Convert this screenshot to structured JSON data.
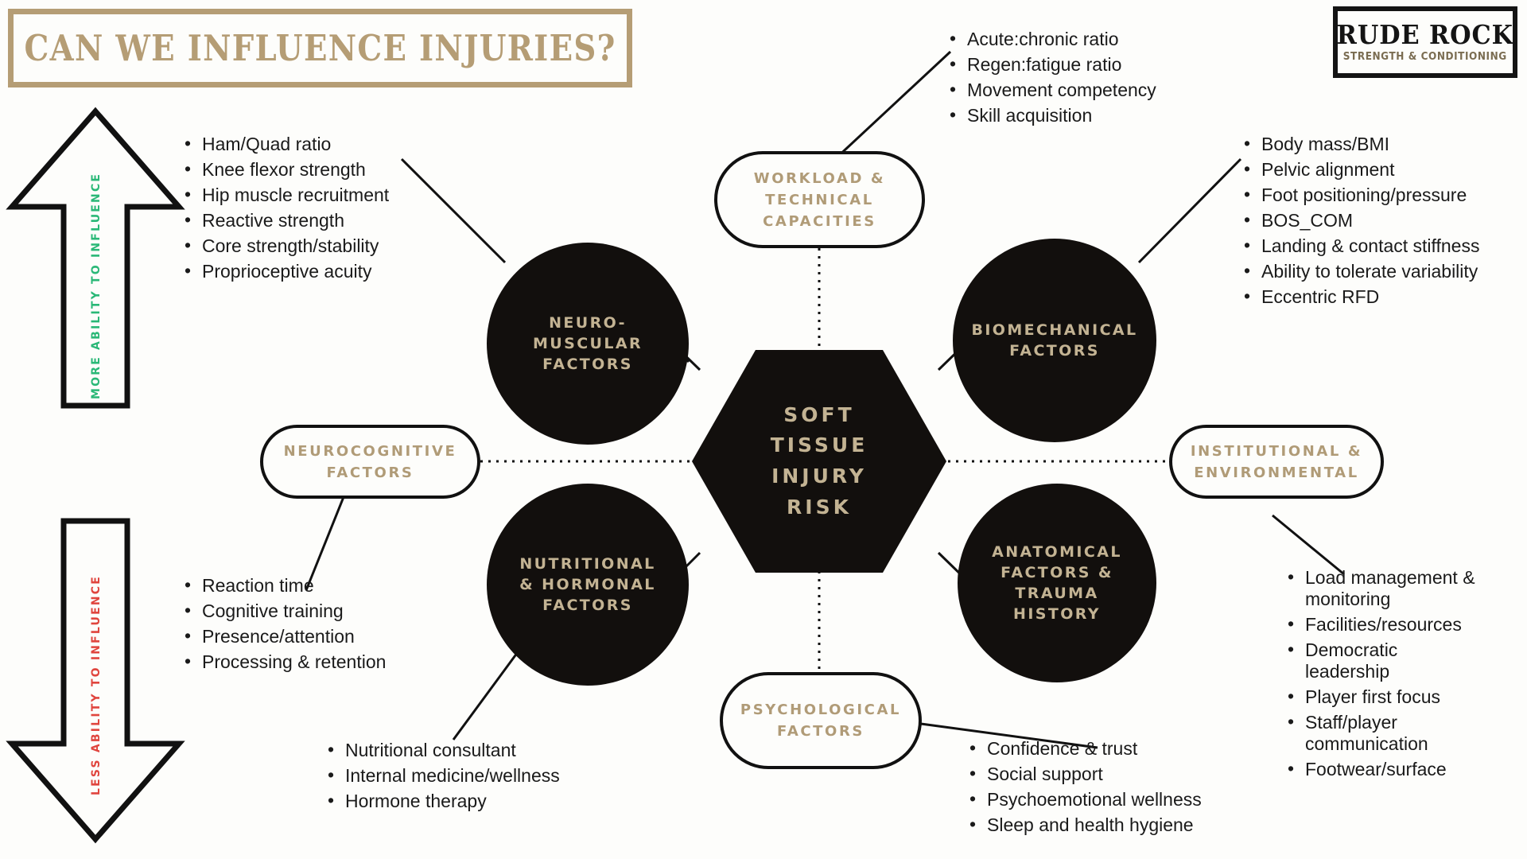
{
  "header": {
    "title": "CAN WE INFLUENCE INJURIES?",
    "logo_main": "RUDE ROCK",
    "logo_sub": "STRENGTH & CONDITIONING"
  },
  "colors": {
    "tan": "#b59d75",
    "node_fill": "#120f0d",
    "node_text": "#c3b393",
    "green": "#2ab877",
    "red": "#e0453e",
    "background": "#fdfdfb"
  },
  "axis": {
    "up_label": "MORE ABILITY TO INFLUENCE",
    "down_label": "LESS ABILITY TO INFLUENCE"
  },
  "center": {
    "label": "SOFT TISSUE INJURY RISK",
    "lines": [
      "SOFT",
      "TISSUE",
      "INJURY",
      "RISK"
    ]
  },
  "nodes": {
    "neuromuscular": {
      "lines": [
        "NEURO-",
        "MUSCULAR",
        "FACTORS"
      ]
    },
    "biomechanical": {
      "lines": [
        "BIOMECHANICAL",
        "FACTORS"
      ]
    },
    "nutritional": {
      "lines": [
        "NUTRITIONAL",
        "& HORMONAL",
        "FACTORS"
      ]
    },
    "anatomical": {
      "lines": [
        "ANATOMICAL",
        "FACTORS &",
        "TRAUMA",
        "HISTORY"
      ]
    }
  },
  "pills": {
    "workload": {
      "lines": [
        "WORKLOAD &",
        "TECHNICAL",
        "CAPACITIES"
      ]
    },
    "neurocognitive": {
      "lines": [
        "NEUROCOGNITIVE",
        "FACTORS"
      ]
    },
    "institutional": {
      "lines": [
        "INSTITUTIONAL &",
        "ENVIRONMENTAL"
      ]
    },
    "psychological": {
      "lines": [
        "PSYCHOLOGICAL",
        "FACTORS"
      ]
    }
  },
  "lists": {
    "workload": [
      "Acute:chronic ratio",
      "Regen:fatigue ratio",
      "Movement competency",
      "Skill acquisition"
    ],
    "neuromuscular": [
      "Ham/Quad ratio",
      "Knee flexor strength",
      "Hip muscle recruitment",
      "Reactive strength",
      "Core strength/stability",
      "Proprioceptive acuity"
    ],
    "biomechanical": [
      "Body mass/BMI",
      "Pelvic alignment",
      "Foot positioning/pressure",
      "BOS_COM",
      "Landing & contact stiffness",
      "Ability to tolerate variability",
      "Eccentric RFD"
    ],
    "neurocognitive": [
      "Reaction time",
      "Cognitive training",
      "Presence/attention",
      "Processing & retention"
    ],
    "nutritional": [
      "Nutritional consultant",
      "Internal medicine/wellness",
      "Hormone therapy"
    ],
    "psychological": [
      "Confidence & trust",
      "Social support",
      "Psychoemotional wellness",
      "Sleep and health hygiene"
    ],
    "institutional": [
      "Load management & monitoring",
      "Facilities/resources",
      "Democratic leadership",
      "Player first focus",
      "Staff/player communication",
      "Footwear/surface"
    ]
  }
}
